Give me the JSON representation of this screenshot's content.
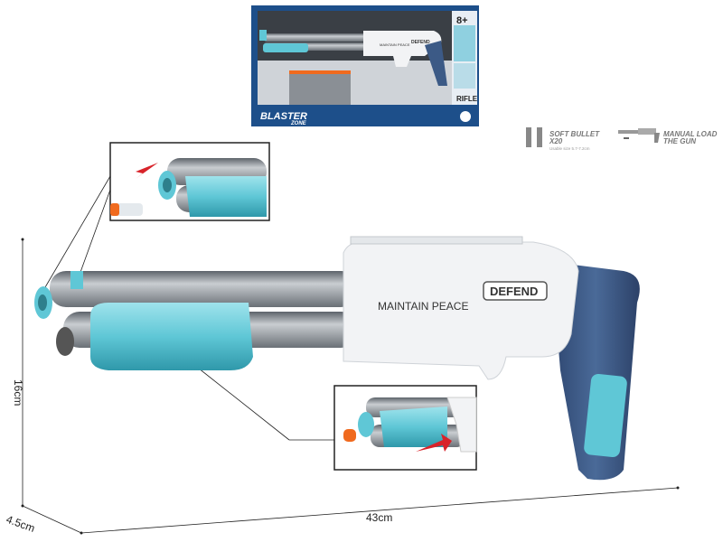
{
  "box": {
    "age_badge": "8+",
    "type_label": "RIFLE",
    "brand_line1": "BLASTER",
    "brand_line2": "ZONE",
    "gun_text": "MAINTAIN PEACE",
    "gun_badge": "DEFEND"
  },
  "features": [
    {
      "title_line1": "SOFT BULLET",
      "title_line2": "X20",
      "subtitle": "Usable size 5.7-7.2cm",
      "icon": "dart-icon"
    },
    {
      "title_line1": "MANUAL LOAD",
      "title_line2": "THE GUN",
      "icon": "blaster-icon"
    }
  ],
  "gun": {
    "side_text": "MAINTAIN PEACE",
    "badge_text": "DEFEND"
  },
  "dimensions": {
    "height": "16cm",
    "length": "43cm",
    "depth": "4.5cm"
  },
  "colors": {
    "cyan": "#5fc7d6",
    "navy": "#3c5a86",
    "barrel": "#8a9096",
    "body": "#f2f3f5",
    "dart_tip": "#f06a1e",
    "arrow": "#d8232a"
  }
}
